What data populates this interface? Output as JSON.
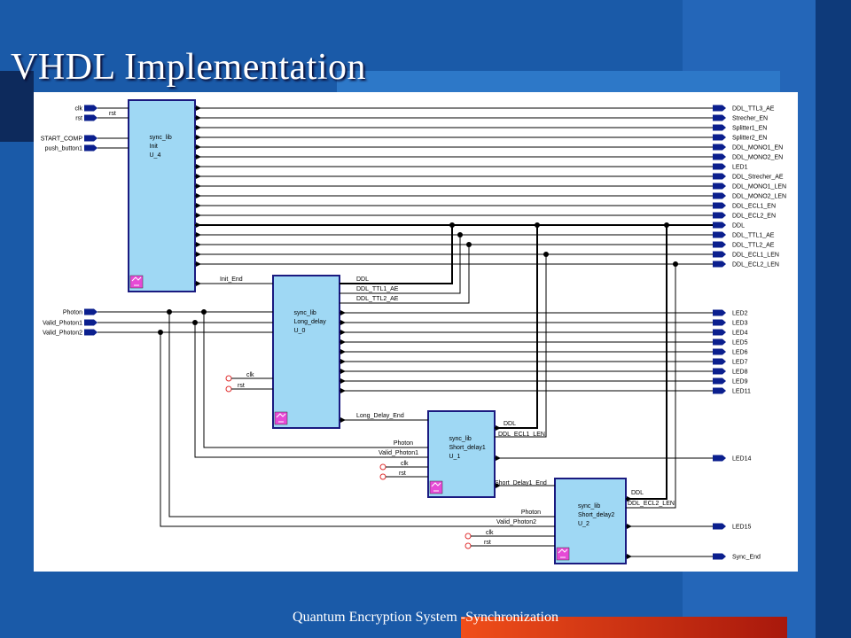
{
  "slide": {
    "title": "VHDL Implementation",
    "footer": "Quantum Encryption System -Synchronization"
  },
  "colors": {
    "background": "#1a5aa8",
    "block_fill": "#9fd8f4",
    "block_border": "#1a1a80",
    "port_fill": "#0b1f8e",
    "wire": "#000000",
    "icon_fill": "#e64ad6",
    "accent_band": "#e8401c"
  },
  "diagram": {
    "blocks": [
      {
        "id": "init",
        "lib": "sync_lib",
        "name": "Init",
        "inst": "U_4"
      },
      {
        "id": "long",
        "lib": "sync_lib",
        "name": "Long_delay",
        "inst": "U_0"
      },
      {
        "id": "short1",
        "lib": "sync_lib",
        "name": "Short_delay1",
        "inst": "U_1"
      },
      {
        "id": "short2",
        "lib": "sync_lib",
        "name": "Short_delay2",
        "inst": "U_2"
      }
    ],
    "input_ports": [
      "clk",
      "rst",
      "START_COMP",
      "push_button1",
      "Photon",
      "Valid_Photon1",
      "Valid_Photon2"
    ],
    "output_ports": [
      "DDL_TTL3_AE",
      "Strecher_EN",
      "Splitter1_EN",
      "Splitter2_EN",
      "DDL_MONO1_EN",
      "DDL_MONO2_EN",
      "LED1",
      "DDL_Strecher_AE",
      "DDL_MONO1_LEN",
      "DDL_MONO2_LEN",
      "DDL_ECL1_EN",
      "DDL_ECL2_EN",
      "DDL",
      "DDL_TTL1_AE",
      "DDL_TTL2_AE",
      "DDL_ECL1_LEN",
      "DDL_ECL2_LEN",
      "LED2",
      "LED3",
      "LED4",
      "LED5",
      "LED6",
      "LED7",
      "LED8",
      "LED9",
      "LED11",
      "LED14",
      "LED15",
      "Sync_End"
    ],
    "wire_labels": {
      "init_rst": "rst",
      "init_end": "Init_End",
      "long_out": [
        "DDL",
        "DDL_TTL1_AE",
        "DDL_TTL2_AE"
      ],
      "long_clk": "clk",
      "long_rst": "rst",
      "long_delay_end": "Long_Delay_End",
      "s1_in": [
        "Photon",
        "Valid_Photon1",
        "clk",
        "rst"
      ],
      "s1_out": [
        "DDL",
        "DDL_ECL1_LEN"
      ],
      "s1_end": "Short_Delay1_End",
      "s2_in": [
        "Photon",
        "Valid_Photon2",
        "clk",
        "rst"
      ],
      "s2_out": [
        "DDL",
        "DDL_ECL2_LEN"
      ]
    }
  }
}
